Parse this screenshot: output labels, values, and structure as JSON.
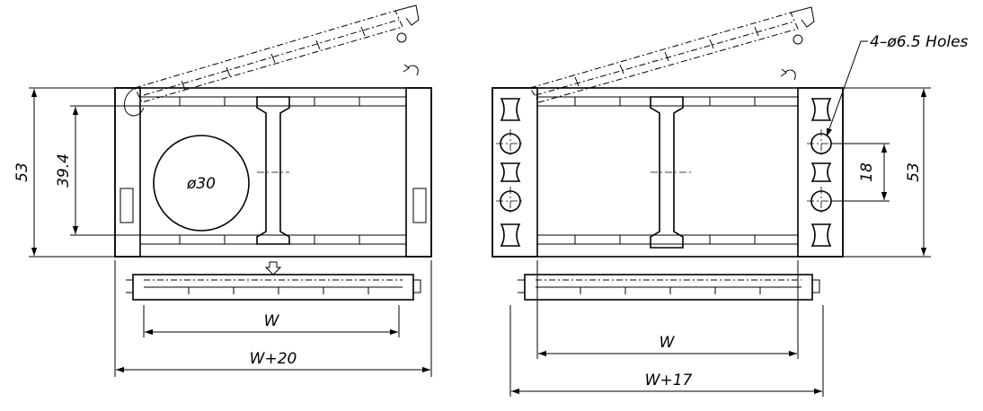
{
  "left_view": {
    "dim_height": "53",
    "dim_inner_height": "39.4",
    "dim_diameter": "ø30",
    "dim_inner_width": "W",
    "dim_outer_width": "W+20"
  },
  "right_view": {
    "hole_label": "4–ø6.5 Holes",
    "dim_hole_pitch": "18",
    "dim_height": "53",
    "dim_inner_width": "W",
    "dim_outer_width": "W+17"
  }
}
